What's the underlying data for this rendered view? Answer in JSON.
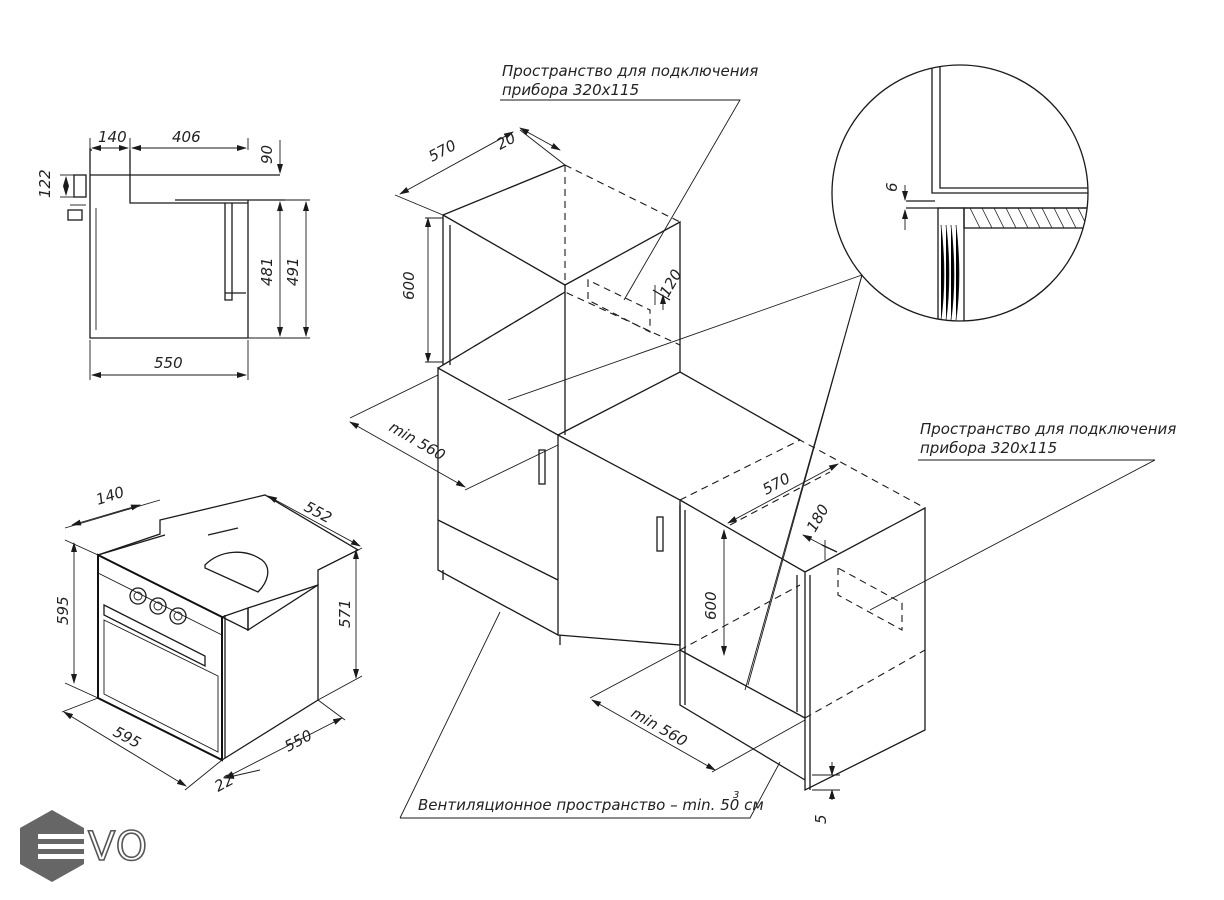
{
  "notes": {
    "connection_space_top_line1": "Пространство для подключения",
    "connection_space_top_line2": "прибора 320x115",
    "connection_space_right_line1": "Пространство для подключения",
    "connection_space_right_line2": "прибора 320x115",
    "ventilation_text": "Вентиляционное пространство – min. 50 см",
    "ventilation_sup": "3"
  },
  "side_view": {
    "d140": "140",
    "d406": "406",
    "d90": "90",
    "d122": "122",
    "d481": "481",
    "d491": "491",
    "d550": "550"
  },
  "oven_3d": {
    "d140": "140",
    "d552": "552",
    "d595_height": "595",
    "d571": "571",
    "d595_width": "595",
    "d550": "550",
    "d22": "22"
  },
  "column_install": {
    "d570": "570",
    "d20": "20",
    "d600": "600",
    "d120": "120",
    "min560": "min 560"
  },
  "under_counter_install": {
    "d570": "570",
    "d180": "180",
    "d600": "600",
    "min560": "min 560",
    "d5": "5"
  },
  "detail_circle": {
    "d6": "6"
  },
  "logo": {
    "text": "VO"
  }
}
